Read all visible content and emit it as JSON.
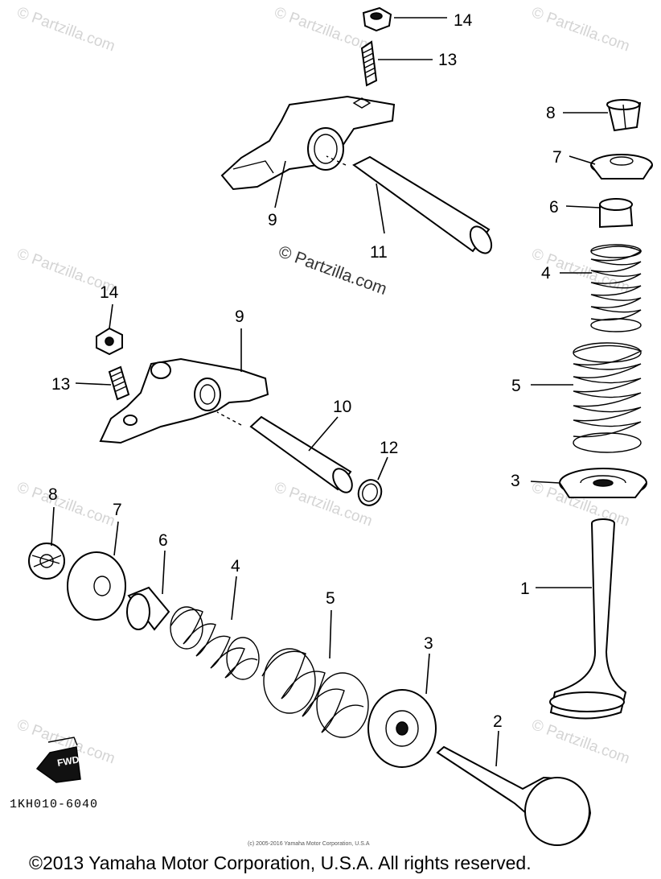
{
  "diagram": {
    "callouts": {
      "top_14": "14",
      "top_13": "13",
      "top_9": "9",
      "top_11": "11",
      "right_8": "8",
      "right_7": "7",
      "right_6": "6",
      "right_4": "4",
      "right_5": "5",
      "right_3": "3",
      "right_1": "1",
      "mid_14": "14",
      "mid_13": "13",
      "mid_9": "9",
      "mid_10": "10",
      "mid_12": "12",
      "bottom_8": "8",
      "bottom_7": "7",
      "bottom_6": "6",
      "bottom_4": "4",
      "bottom_5": "5",
      "bottom_3": "3",
      "bottom_2": "2"
    },
    "center_watermark": "© Partzilla.com",
    "tiled_watermark": "© Partzilla.com",
    "part_code": "1KH010-6040",
    "fwd_label": "FWD",
    "small_copyright": "(c) 2005-2016 Yamaha Motor Corporation, U.S.A",
    "footer_copyright": "©2013 Yamaha Motor Corporation, U.S.A. All rights reserved."
  }
}
